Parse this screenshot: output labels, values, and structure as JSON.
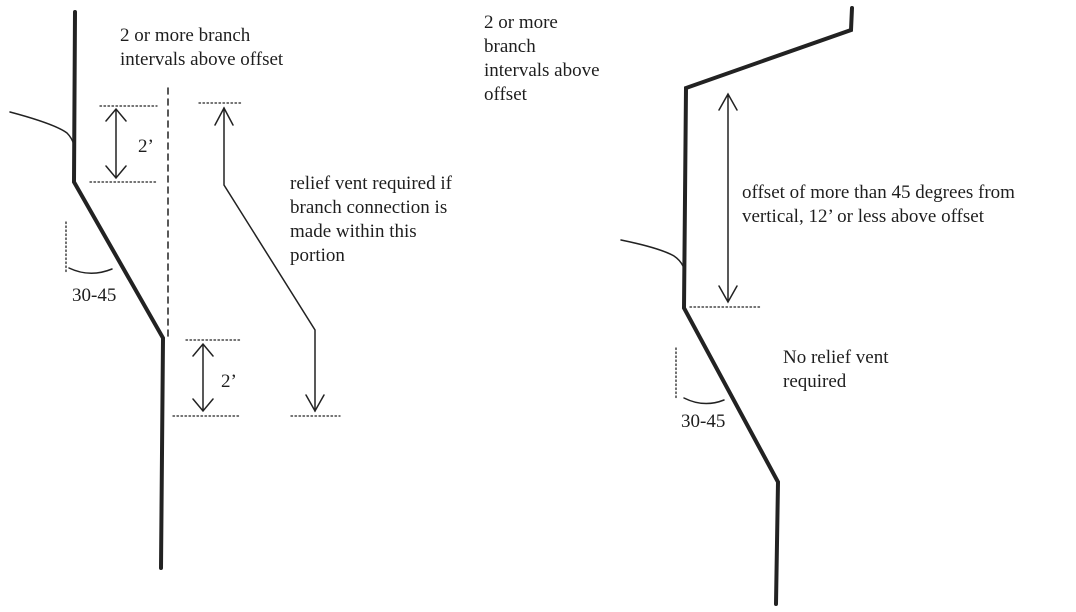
{
  "left_figure": {
    "label_above": "2 or more branch\nintervals above offset",
    "dimension_upper": "2’",
    "dimension_lower": "2’",
    "label_relief": "relief vent required if\nbranch connection is\nmade within this\nportion",
    "angle": "30-45"
  },
  "right_figure": {
    "label_above": "2 or more\nbranch\nintervals above\noffset",
    "label_offset": "offset of more than 45 degrees from\nvertical, 12’ or less above offset",
    "label_no_relief": "No relief vent\nrequired",
    "angle": "30-45"
  }
}
